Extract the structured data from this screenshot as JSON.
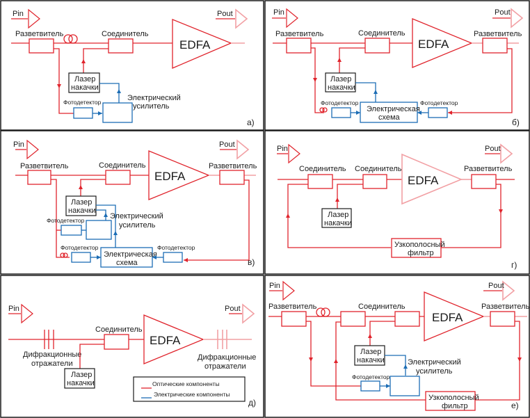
{
  "colors": {
    "optical": "#e0242c",
    "electrical": "#1c6db5",
    "frame": "#1a1a1a"
  },
  "labels": {
    "pin": "Pin",
    "pout": "Pout",
    "splitter": "Разветвитель",
    "coupler": "Соединитель",
    "edfa": "EDFA",
    "pump_line1": "Лазер",
    "pump_line2": "накачки",
    "photodetector": "Фотодетектор",
    "el_amp_line1": "Электрический",
    "el_amp_line2": "усилитель",
    "el_circuit_line1": "Электрическая",
    "el_circuit_line2": "схема",
    "filter_line1": "Узкополосный",
    "filter_line2": "фильтр",
    "grating_line1": "Дифракционные",
    "grating_line2": "отражатели"
  },
  "legend": {
    "optical": "Оптические компоненты",
    "electrical": "Электрические компоненты"
  },
  "panels": [
    {
      "id": "a",
      "tag": "а)"
    },
    {
      "id": "b",
      "tag": "б)"
    },
    {
      "id": "c",
      "tag": "в)"
    },
    {
      "id": "d",
      "tag": "г)"
    },
    {
      "id": "e",
      "tag": "д)"
    },
    {
      "id": "f",
      "tag": "е)"
    }
  ]
}
